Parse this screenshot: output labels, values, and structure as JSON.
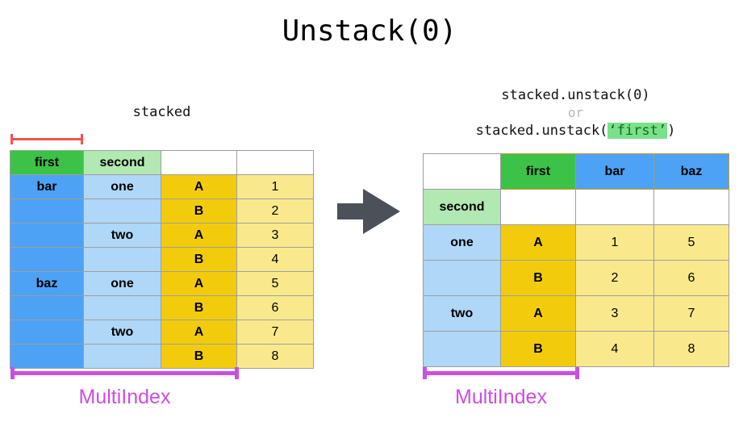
{
  "title": "Unstack(0)",
  "left": {
    "caption": "stacked",
    "multiindex_label": "MultiIndex",
    "header": [
      "first",
      "second",
      "",
      ""
    ],
    "rows": [
      [
        "bar",
        "one",
        "A",
        "1"
      ],
      [
        "",
        "",
        "B",
        "2"
      ],
      [
        "",
        "two",
        "A",
        "3"
      ],
      [
        "",
        "",
        "B",
        "4"
      ],
      [
        "baz",
        "one",
        "A",
        "5"
      ],
      [
        "",
        "",
        "B",
        "6"
      ],
      [
        "",
        "two",
        "A",
        "7"
      ],
      [
        "",
        "",
        "B",
        "8"
      ]
    ]
  },
  "right": {
    "caption_line1": "stacked.unstack(0)",
    "caption_or": "or",
    "caption_line3_prefix": "stacked.unstack(",
    "caption_line3_highlight": "‘first’",
    "caption_line3_suffix": ")",
    "multiindex_label": "MultiIndex",
    "header_row1": [
      "",
      "first",
      "bar",
      "baz"
    ],
    "header_row2": [
      "second",
      "",
      "",
      ""
    ],
    "rows": [
      [
        "one",
        "A",
        "1",
        "5"
      ],
      [
        "",
        "B",
        "2",
        "6"
      ],
      [
        "two",
        "A",
        "3",
        "7"
      ],
      [
        "",
        "B",
        "4",
        "8"
      ]
    ]
  },
  "arrow": {
    "name": "right-arrow",
    "color": "#4b5059"
  },
  "colors": {
    "level_green": "#3cc247",
    "level_light_green": "#b2e8b2",
    "key_blue": "#4da2f5",
    "key_light_blue": "#afd7f8",
    "key_gold": "#f2cc0c",
    "value_yellow": "#fae98c",
    "bracket_red": "#f4514f",
    "bracket_purple": "#cc4ee0",
    "highlight_green_bg": "#7be08a",
    "highlight_green_text": "#0e6b22"
  }
}
